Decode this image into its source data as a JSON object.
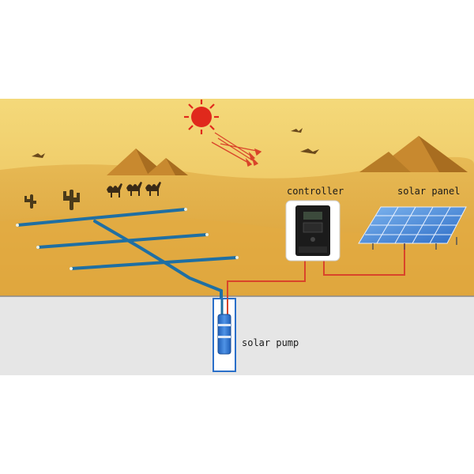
{
  "labels": {
    "controller": "controller",
    "solar_panel": "solar panel",
    "solar_pump": "solar pump"
  },
  "colors": {
    "sky_top": "#f3d16a",
    "sand": "#e8b64e",
    "ground": "#e6e6e6",
    "pipe": "#1f6fa3",
    "wire": "#d9442a",
    "sun": "#e0291c",
    "panel": "#3a7fd1",
    "pump": "#2a6fc9"
  },
  "icons": {
    "sun": "sun-icon",
    "birds": "bird-icon",
    "camels": "camel-icon",
    "cactus": "cactus-icon",
    "controller": "inverter-controller-icon",
    "panel": "solar-panel-icon",
    "pump": "submersible-pump-icon"
  }
}
